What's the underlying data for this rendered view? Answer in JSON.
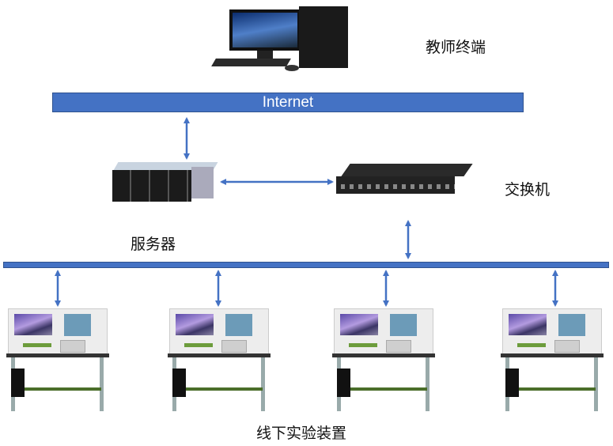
{
  "labels": {
    "teacher": "教师终端",
    "internet": "Internet",
    "switch": "交换机",
    "server": "服务器",
    "lab": "线下实验装置"
  },
  "colors": {
    "network_bar": "#4472C4",
    "arrow": "#4472C4"
  }
}
